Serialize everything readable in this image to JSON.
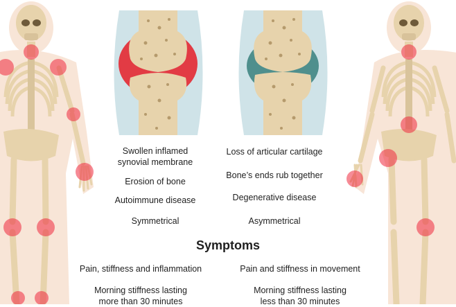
{
  "left_joint": {
    "features": [
      "Swollen inflamed\nsynovial membrane",
      "Erosion of bone",
      "Autoimmune disease",
      "Symmetrical"
    ]
  },
  "right_joint": {
    "features": [
      "Loss of articular cartilage",
      "Bone’s ends rub together",
      "Degenerative disease",
      "Asymmetrical"
    ]
  },
  "symptoms": {
    "heading": "Symptoms",
    "left": [
      "Pain, stiffness and inflammation",
      "Morning stiffness lasting\nmore than 30 minutes"
    ],
    "right": [
      "Pain and stiffness in movement",
      "Morning stiffness lasting\nless than 30 minutes"
    ]
  },
  "colors": {
    "bone": "#e7d3ac",
    "bone_pore": "#b59a6c",
    "body_silhouette": "#f8e5d7",
    "inflamed_synovium": "#e23b44",
    "worn_cartilage": "#4f8f8d",
    "capsule": "#cfe3e8",
    "pain_highlight": "#ef2b40"
  }
}
